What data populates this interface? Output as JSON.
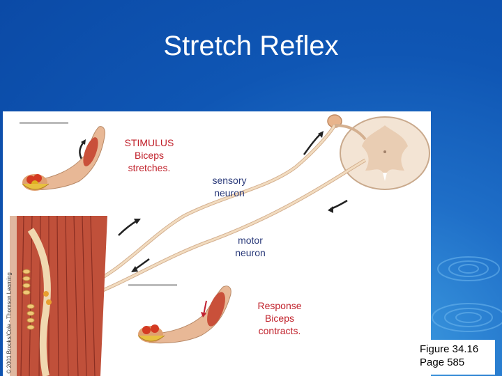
{
  "slide": {
    "title": "Stretch Reflex",
    "background_color": "#0f56b4"
  },
  "figure": {
    "stimulus": {
      "line1": "STIMULUS",
      "line2": "Biceps",
      "line3": "stretches."
    },
    "sensory": {
      "line1": "sensory",
      "line2": "neuron"
    },
    "motor": {
      "line1": "motor",
      "line2": "neuron"
    },
    "response": {
      "line1": "Response",
      "line2": "Biceps",
      "line3": "contracts."
    },
    "credit": "© 2001 Brooks/Cole - Thomson Learning",
    "colors": {
      "label_red": "#c0202a",
      "label_blue": "#2a3a7a",
      "muscle": "#c0503a",
      "nerve": "#e8c8a0"
    }
  },
  "caption": {
    "line1": "Figure 34.16",
    "line2": "Page 585"
  }
}
